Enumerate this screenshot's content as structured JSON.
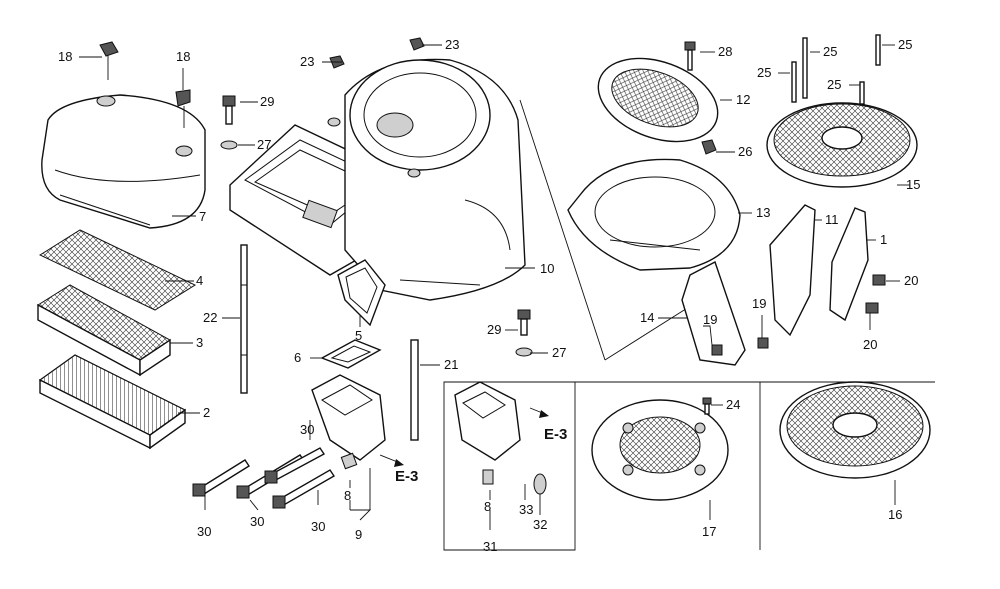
{
  "labels": {
    "p18a": "18",
    "p18b": "18",
    "p29a": "29",
    "p27a": "27",
    "p23a": "23",
    "p23b": "23",
    "p7": "7",
    "p4": "4",
    "p3": "3",
    "p2": "2",
    "p22": "22",
    "p5": "5",
    "p10": "10",
    "p29b": "29",
    "p27b": "27",
    "p6": "6",
    "p21": "21",
    "p30a": "30",
    "p30b": "30",
    "p30c": "30",
    "p30d": "30",
    "p8a": "8",
    "p9": "9",
    "e3a": "E-3",
    "e3b": "E-3",
    "p8b": "8",
    "p31": "31",
    "p33": "33",
    "p32": "32",
    "p28": "28",
    "p12": "12",
    "p26": "26",
    "p13": "13",
    "p14": "14",
    "p19a": "19",
    "p19b": "19",
    "p11": "11",
    "p1": "1",
    "p20a": "20",
    "p20b": "20",
    "p25a": "25",
    "p25b": "25",
    "p25c": "25",
    "p25d": "25",
    "p15": "15",
    "p24": "24",
    "p17": "17",
    "p16": "16"
  }
}
